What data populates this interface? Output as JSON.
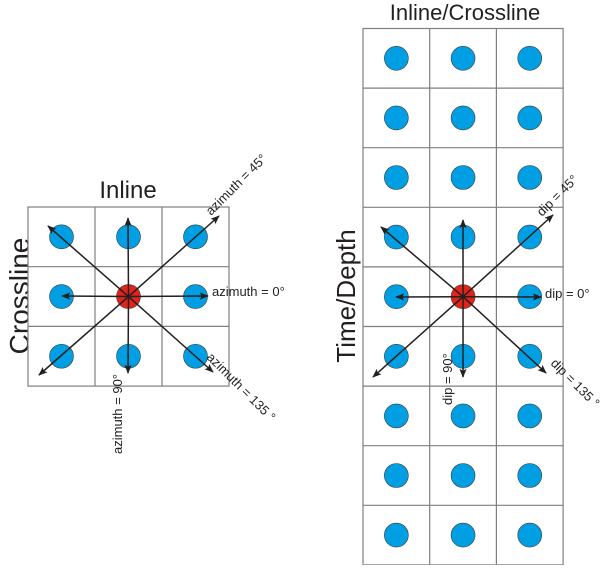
{
  "colors": {
    "node": "#009fe3",
    "center": "#e2231a",
    "grid": "#7f7f7f",
    "arrow": "#231f20"
  },
  "left_panel": {
    "title": "Inline",
    "side_label": "Crossline",
    "rows": 3,
    "cols": 3,
    "labels": {
      "az0": "azimuth = 0°",
      "az45": "azimuth = 45°",
      "az90": "azimuth = 90°",
      "az135": "azimuth = 135 °"
    }
  },
  "right_panel": {
    "title": "Inline/Crossline",
    "side_label": "Time/Depth",
    "rows": 9,
    "cols": 3,
    "labels": {
      "dip0": "dip = 0°",
      "dip45": "dip = 45°",
      "dip90": "dip = 90°",
      "dip135": "dip = 135 °"
    }
  }
}
